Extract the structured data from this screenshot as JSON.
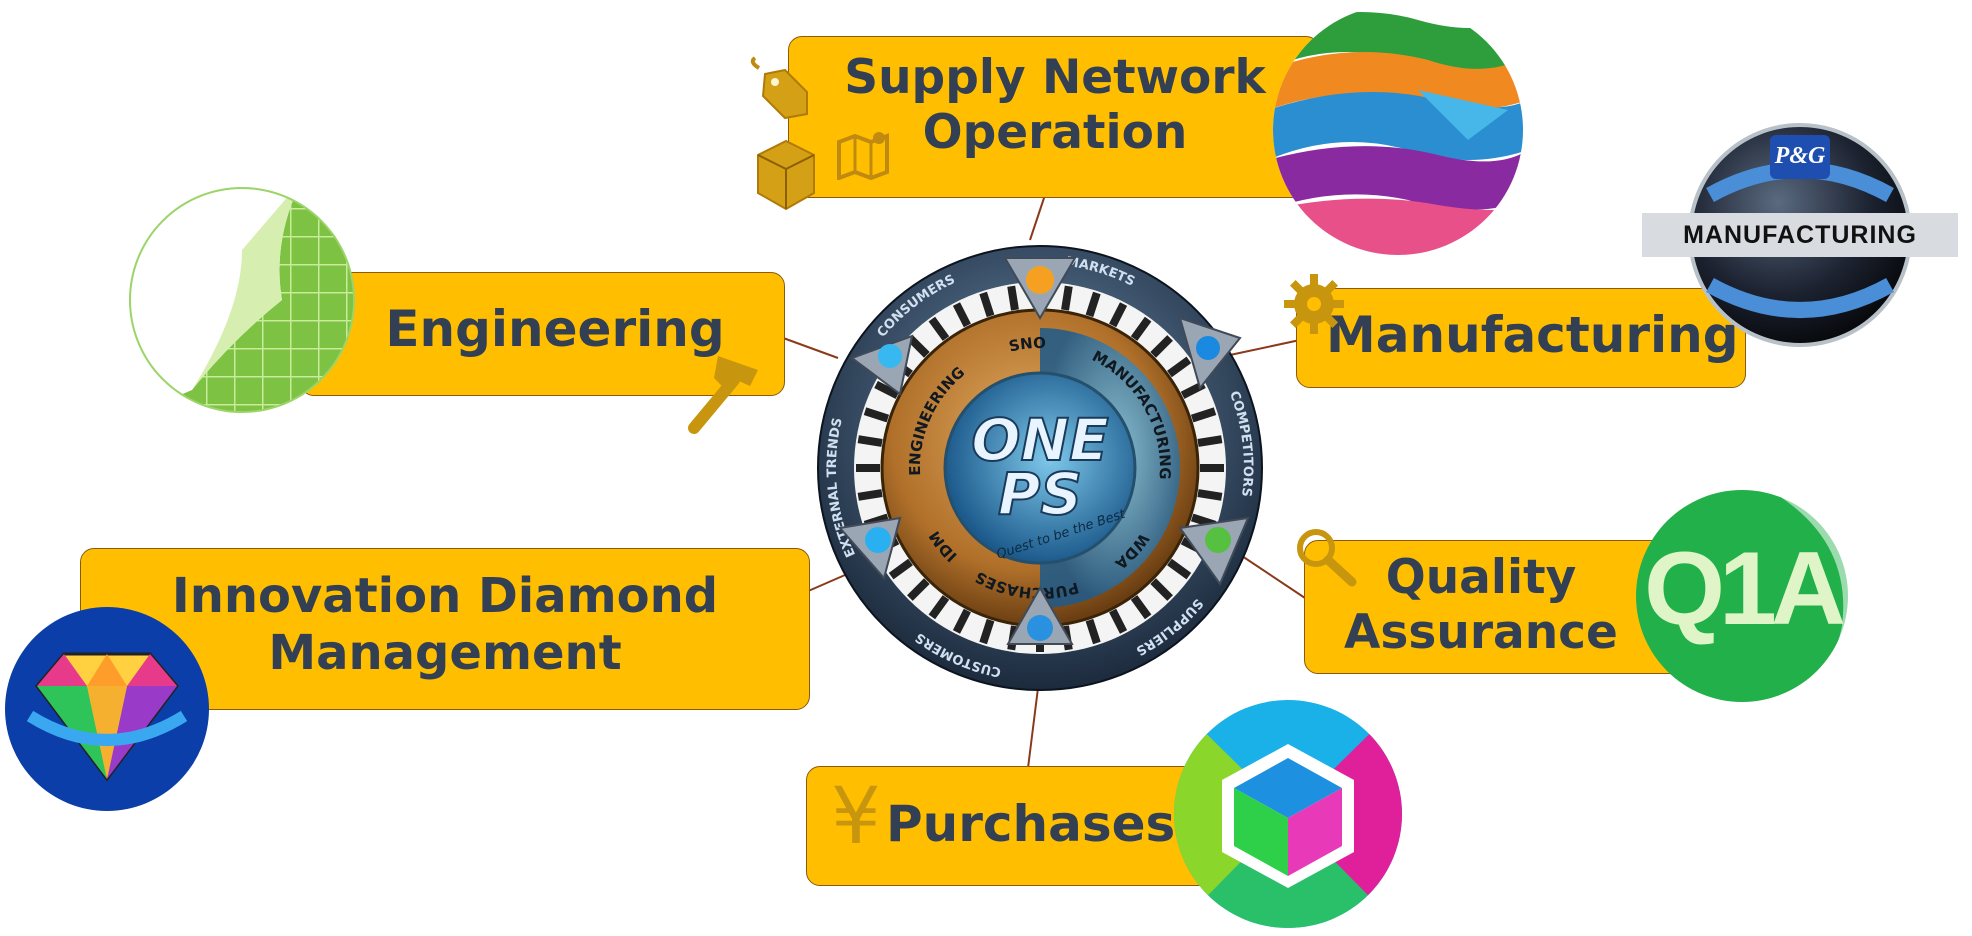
{
  "hub": {
    "logo_line1": "ONE",
    "logo_line2": "PS",
    "tagline": "Quest to be the Best",
    "inner_labels": [
      "SNO",
      "MANUFACTURING",
      "WDA",
      "PURCHASES",
      "IDM",
      "ENGINEERING"
    ],
    "outer_labels": [
      "MARKETS",
      "COMPETITORS",
      "SUPPLIERS",
      "CUSTOMERS",
      "EXTERNAL TRENDS",
      "CONSUMERS"
    ]
  },
  "nodes": {
    "supply_network": {
      "line1": "Supply Network",
      "line2": "Operation"
    },
    "engineering": {
      "label": "Engineering"
    },
    "manufacturing": {
      "label": "Manufacturing",
      "badge_brand": "P&G",
      "badge_text": "MANUFACTURING"
    },
    "idm": {
      "line1": "Innovation Diamond",
      "line2": "Management"
    },
    "quality": {
      "line1": "Quality",
      "line2": "Assurance",
      "badge_text": "Q1A"
    },
    "purchases": {
      "label": "Purchases",
      "currency_symbol": "¥"
    }
  },
  "colors": {
    "box_fill": "#ffbf00",
    "box_border": "#8a5a10",
    "text": "#333f52",
    "connector": "#8a3a1a"
  }
}
